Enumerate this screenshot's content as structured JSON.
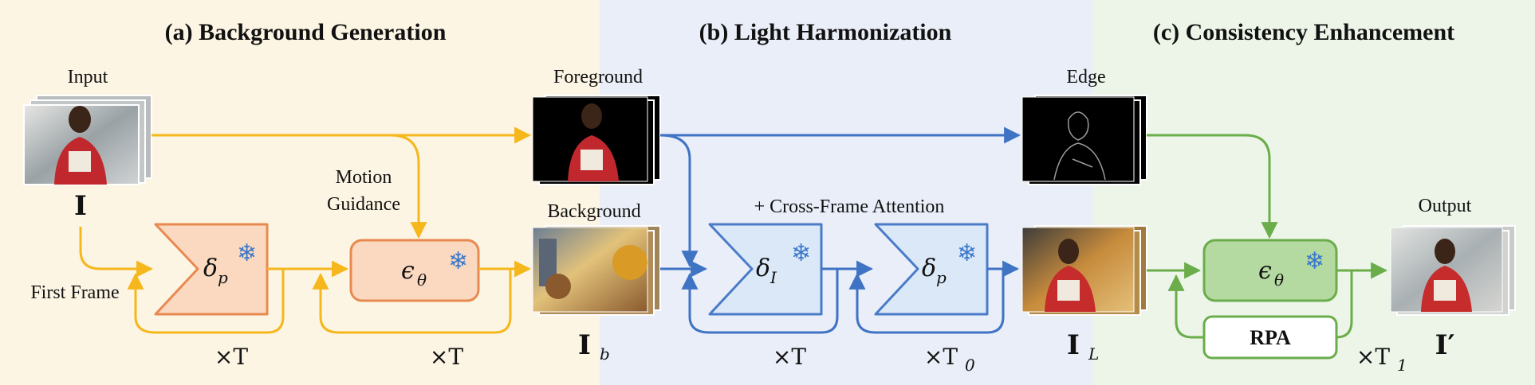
{
  "sections": {
    "a": {
      "title": "(a) Background Generation",
      "bg": "#fdf5e3"
    },
    "b": {
      "title": "(b) Light Harmonization",
      "bg": "#e9eef8"
    },
    "c": {
      "title": "(c) Consistency Enhancement",
      "bg": "#ecf5e8"
    }
  },
  "colors": {
    "yellow": "#f5b71c",
    "blue": "#3f73c4",
    "green": "#6aad4a",
    "orange_fill": "#fbd9c1",
    "orange_stroke": "#e8894f",
    "blue_fill": "#dbe8f7",
    "blue_stroke": "#4a7bc8",
    "green_fill": "#b4d9a1",
    "green_stroke": "#6aad4a",
    "snowflake": "#3a78c9"
  },
  "labels": {
    "input": "Input",
    "first_frame": "First Frame",
    "motion_guidance_1": "Motion",
    "motion_guidance_2": "Guidance",
    "foreground": "Foreground",
    "background": "Background",
    "cross_frame": "+ Cross-Frame Attention",
    "edge": "Edge",
    "output": "Output",
    "rpa": "RPA"
  },
  "symbols": {
    "I": "I",
    "I_b_main": "I",
    "I_b_sub": "b",
    "I_L_main": "I",
    "I_L_sub": "L",
    "I_prime": "I′",
    "delta": "δ",
    "delta_p_sub": "p",
    "delta_I_sub": "I",
    "epsilon": "ϵ",
    "theta": "θ",
    "snowflake": "❄"
  },
  "repeats": {
    "xT": "×T",
    "xT0_main": "×T",
    "xT0_sub": "0",
    "xT1_main": "×T",
    "xT1_sub": "1"
  },
  "icons": [
    "snowflake-icon",
    "frame-stack-icon"
  ]
}
